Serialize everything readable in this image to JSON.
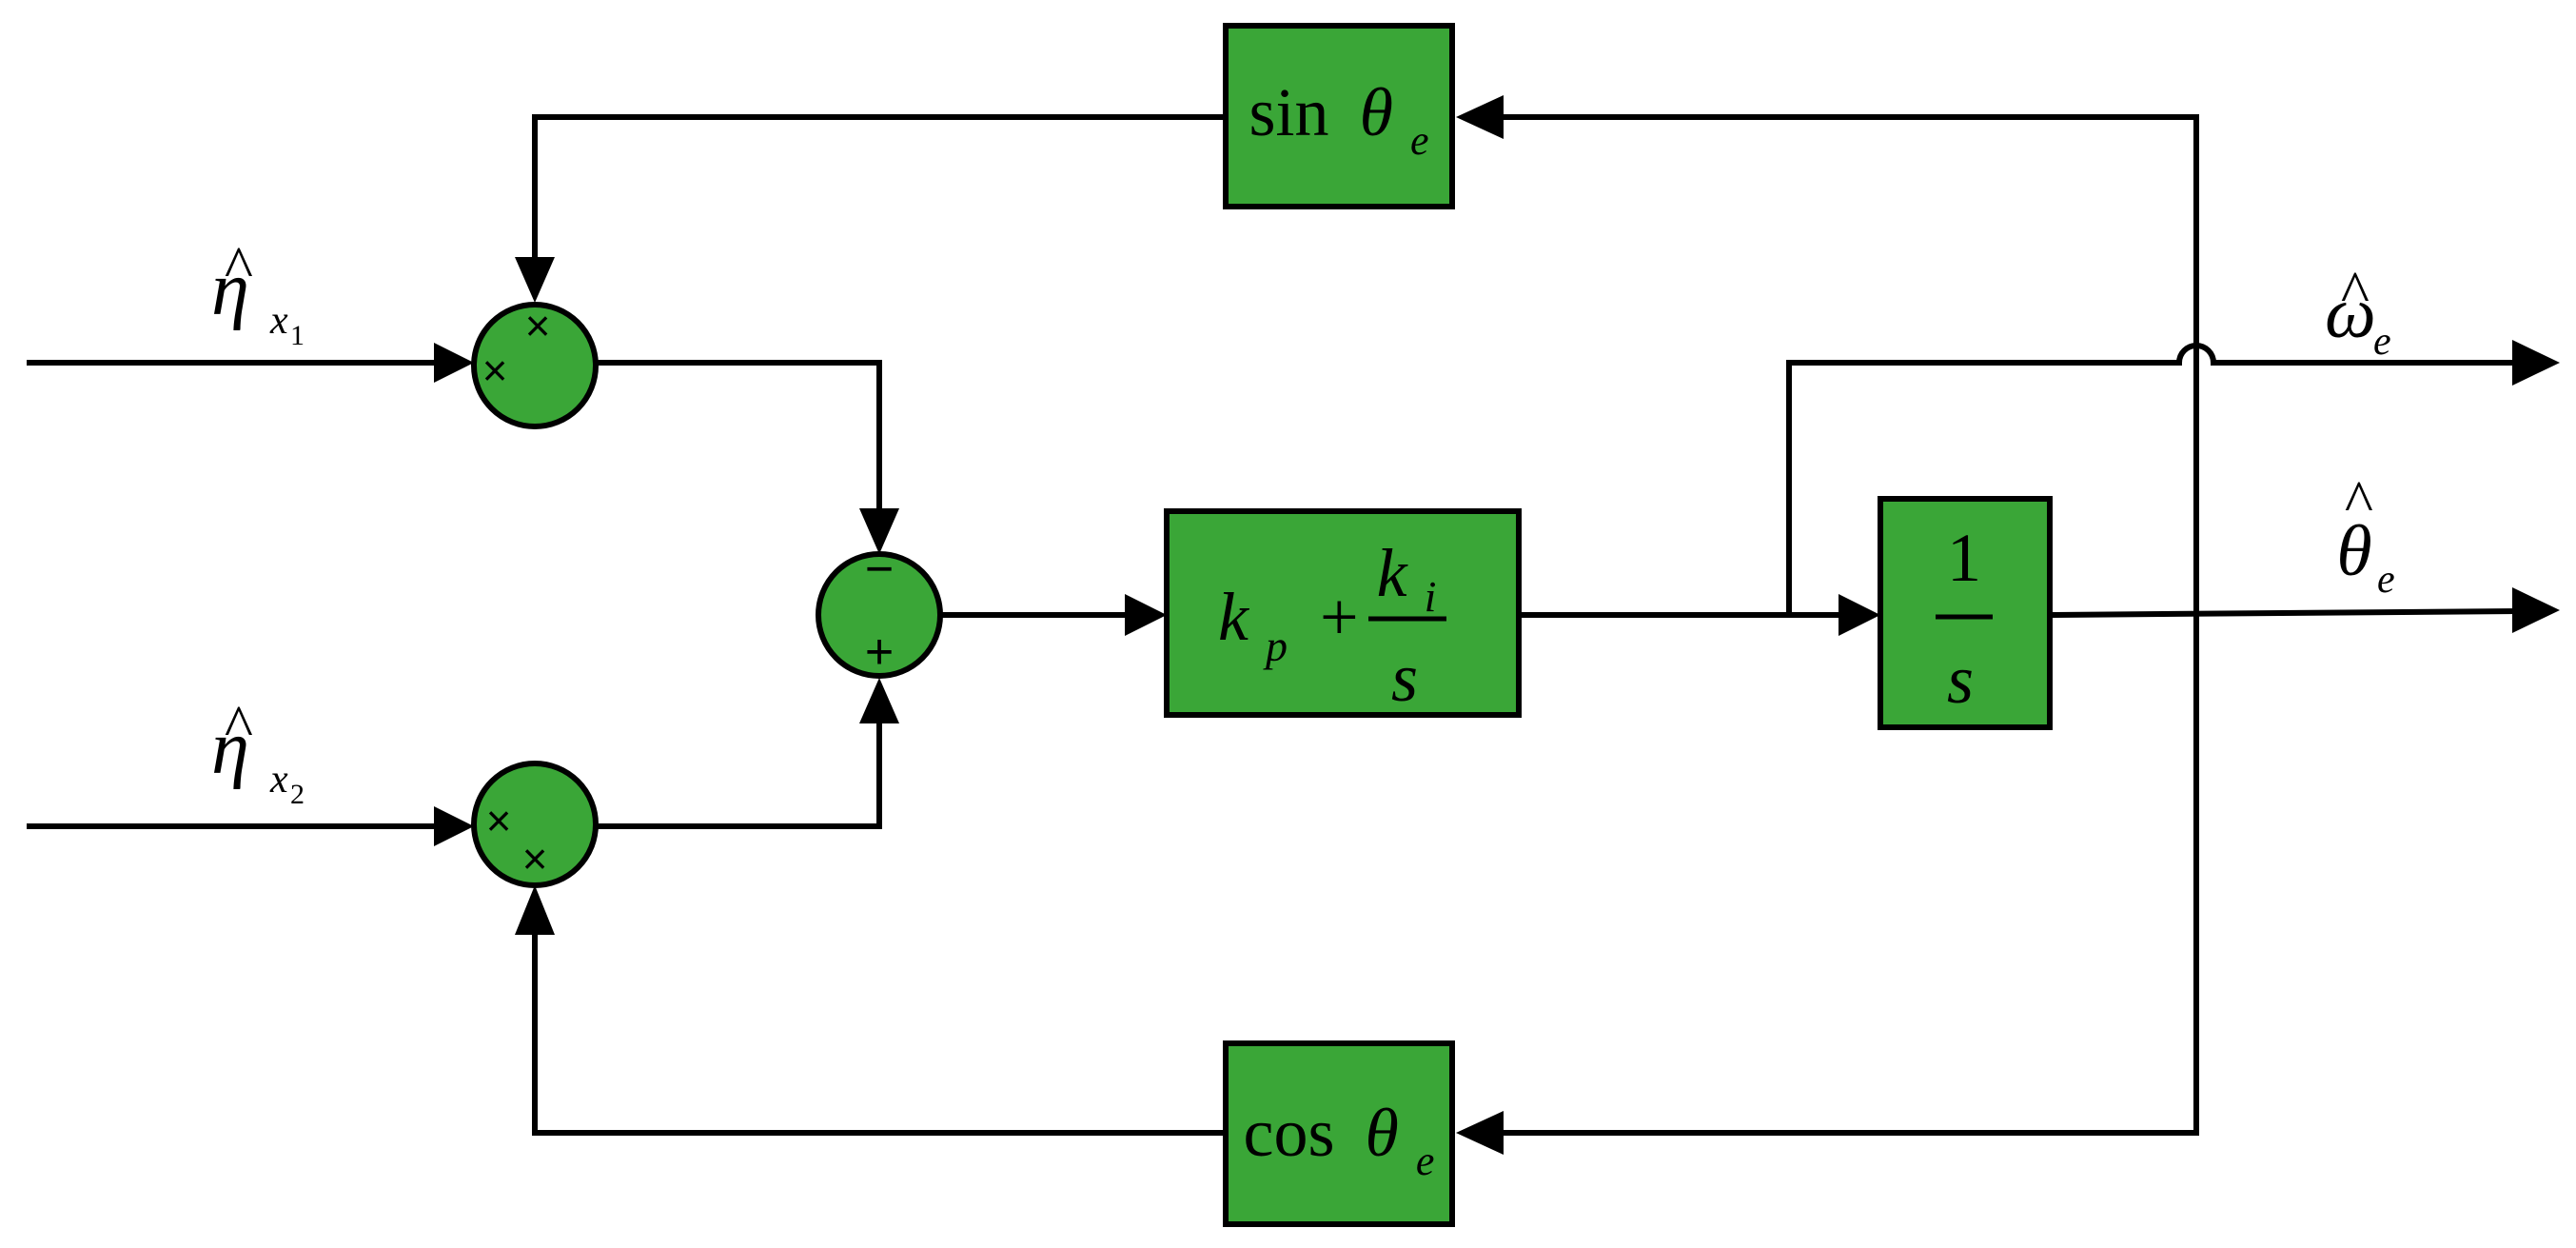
{
  "signals": {
    "input1": {
      "symbol": "η",
      "hat": "^",
      "subscript": "x",
      "subsub": "1"
    },
    "input2": {
      "symbol": "η",
      "hat": "^",
      "subscript": "x",
      "subsub": "2"
    },
    "output_speed": {
      "symbol": "ω",
      "hat": "^",
      "subscript": "e"
    },
    "output_angle": {
      "symbol": "θ",
      "hat": "^",
      "subscript": "e"
    }
  },
  "blocks": {
    "sin": {
      "func": "sin",
      "arg": "θ",
      "subscript": "e"
    },
    "cos": {
      "func": "cos",
      "arg": "θ",
      "subscript": "e"
    },
    "pi": {
      "kp": "k",
      "kp_sub": "p",
      "plus": "+",
      "ki": "k",
      "ki_sub": "i",
      "den": "s"
    },
    "integrator": {
      "num": "1",
      "den": "s"
    }
  },
  "nodes": {
    "mult_top": {
      "mark_a": "×",
      "mark_b": "×"
    },
    "mult_bottom": {
      "mark_a": "×",
      "mark_b": "×"
    },
    "sum": {
      "minus": "−",
      "plus": "+"
    }
  },
  "colors": {
    "block_fill": "#3aa637",
    "line": "#000000"
  }
}
